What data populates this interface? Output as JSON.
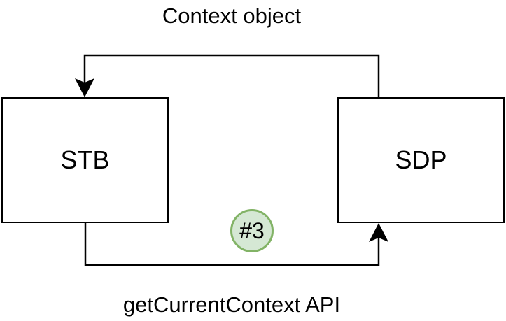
{
  "diagram": {
    "background": "#ffffff",
    "line_color": "#000000",
    "nodes": [
      {
        "id": "stb",
        "label": "STB",
        "fill": "#ffffff",
        "stroke": "#000000"
      },
      {
        "id": "sdp",
        "label": "SDP",
        "fill": "#ffffff",
        "stroke": "#000000"
      }
    ],
    "connectors": [
      {
        "id": "context-object-flow",
        "label": "Context object",
        "from": "SDP",
        "to": "STB"
      },
      {
        "id": "getcurrentcontext-flow",
        "label": "getCurrentContext API",
        "from": "STB",
        "to": "SDP"
      }
    ],
    "badge": {
      "label": "#3",
      "fill": "#d5e8d4",
      "stroke": "#82b366"
    }
  }
}
